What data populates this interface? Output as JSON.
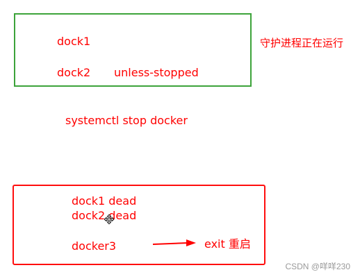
{
  "top_group": {
    "item1": "dock1",
    "item2": "dock2",
    "item2_policy": "unless-stopped",
    "annotation": "守护进程正在运行"
  },
  "command": "systemctl stop docker",
  "bottom_group": {
    "line1": "dock1 dead",
    "line2": "dock2 dead",
    "line3": "docker3",
    "result": "exit 重启"
  },
  "watermark": "CSDN @咩咩230",
  "colors": {
    "text": "#ff0000",
    "running_box": "#3ca33a",
    "stopped_box": "#ff0d0d"
  }
}
